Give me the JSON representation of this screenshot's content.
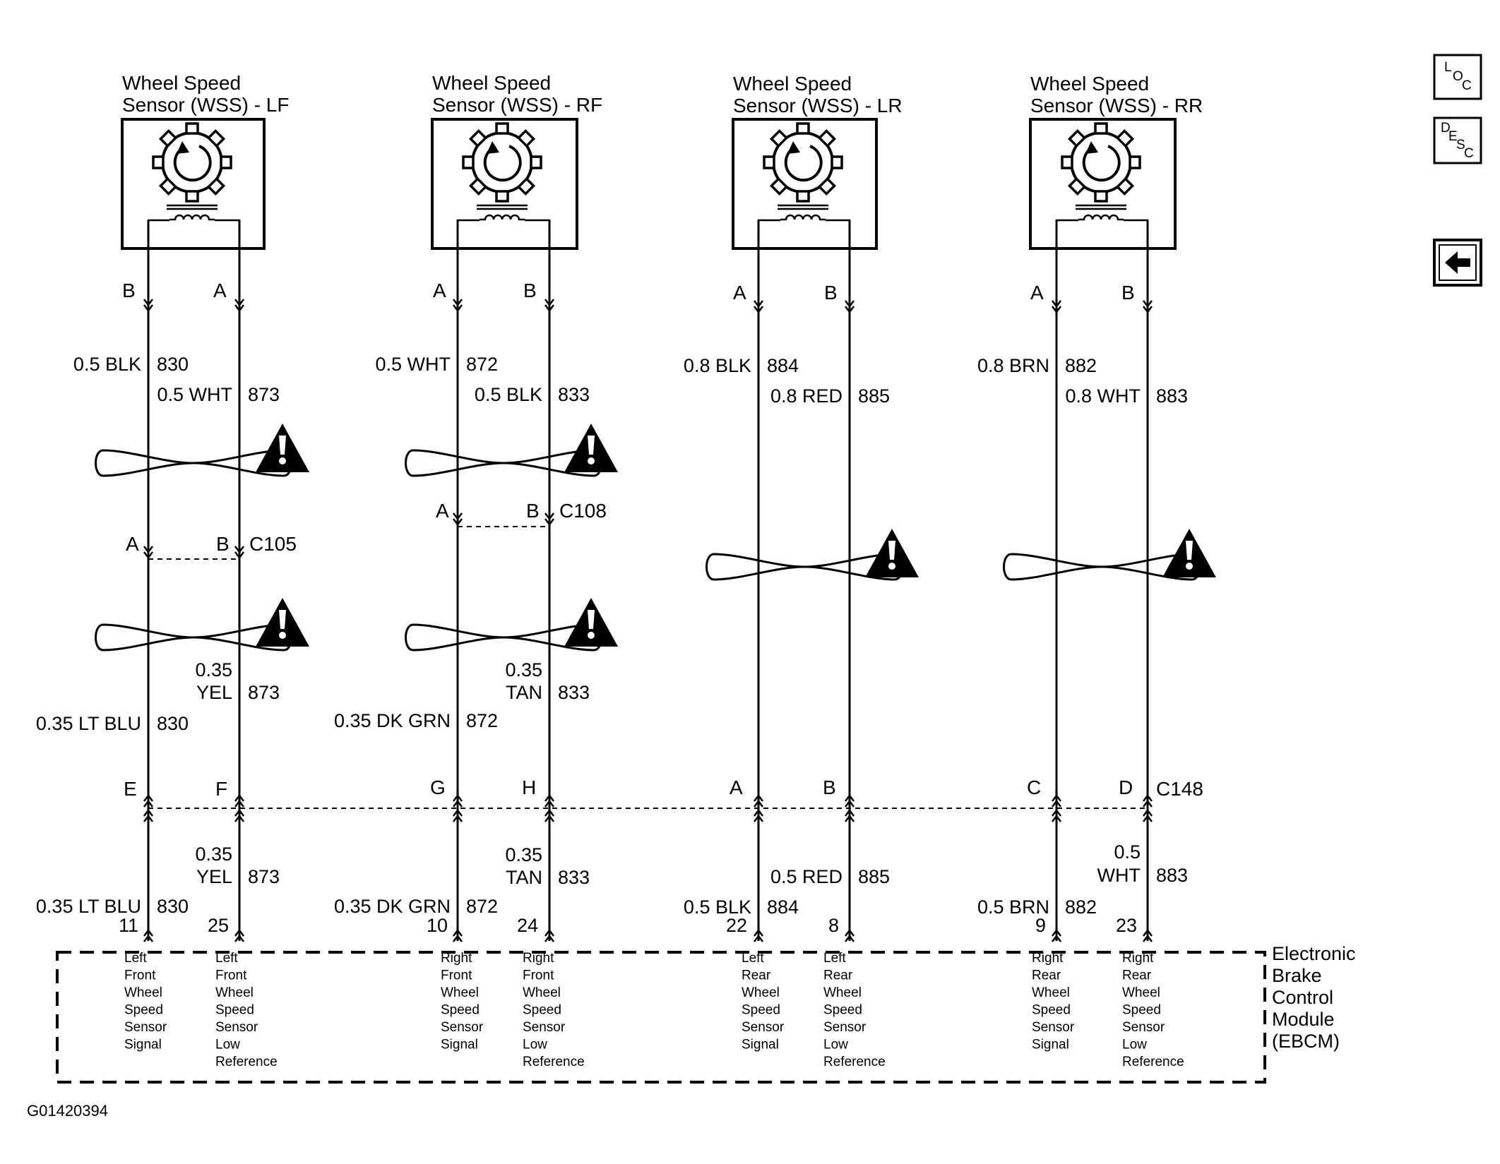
{
  "sensors": {
    "lf": {
      "line1": "Wheel Speed",
      "line2": "Sensor (WSS) - LF"
    },
    "rf": {
      "line1": "Wheel Speed",
      "line2": "Sensor (WSS) - RF"
    },
    "lr": {
      "line1": "Wheel Speed",
      "line2": "Sensor (WSS) - LR"
    },
    "rr": {
      "line1": "Wheel Speed",
      "line2": "Sensor (WSS) - RR"
    }
  },
  "sensor_pins": {
    "lf": [
      "B",
      "A"
    ],
    "rf": [
      "A",
      "B"
    ],
    "lr": [
      "A",
      "B"
    ],
    "rr": [
      "A",
      "B"
    ]
  },
  "upper_wires": {
    "lf": [
      {
        "color": "0.5 BLK",
        "circuit": "830"
      },
      {
        "color": "0.5 WHT",
        "circuit": "873"
      }
    ],
    "rf": [
      {
        "color": "0.5 WHT",
        "circuit": "872"
      },
      {
        "color": "0.5 BLK",
        "circuit": "833"
      }
    ],
    "lr": [
      {
        "color": "0.8 BLK",
        "circuit": "884"
      },
      {
        "color": "0.8 RED",
        "circuit": "885"
      }
    ],
    "rr": [
      {
        "color": "0.8 BRN",
        "circuit": "882"
      },
      {
        "color": "0.8 WHT",
        "circuit": "883"
      }
    ]
  },
  "inline_connectors": {
    "c105": {
      "name": "C105",
      "pins": [
        "A",
        "B"
      ]
    },
    "c108": {
      "name": "C108",
      "pins": [
        "A",
        "B"
      ]
    }
  },
  "mid_wires": {
    "lf": [
      {
        "color": "0.35 LT BLU",
        "circuit": "830"
      },
      {
        "color_l1": "0.35",
        "color_l2": "YEL",
        "circuit": "873"
      }
    ],
    "rf": [
      {
        "color": "0.35 DK GRN",
        "circuit": "872"
      },
      {
        "color_l1": "0.35",
        "color_l2": "TAN",
        "circuit": "833"
      }
    ]
  },
  "c148": {
    "name": "C148",
    "pins": [
      "E",
      "F",
      "G",
      "H",
      "A",
      "B",
      "C",
      "D"
    ]
  },
  "lower_wires": {
    "lf": [
      {
        "color": "0.35 LT BLU",
        "circuit": "830"
      },
      {
        "color_l1": "0.35",
        "color_l2": "YEL",
        "circuit": "873"
      }
    ],
    "rf": [
      {
        "color": "0.35 DK GRN",
        "circuit": "872"
      },
      {
        "color_l1": "0.35",
        "color_l2": "TAN",
        "circuit": "833"
      }
    ],
    "lr": [
      {
        "color": "0.5 BLK",
        "circuit": "884"
      },
      {
        "color": "0.5 RED",
        "circuit": "885"
      }
    ],
    "rr": [
      {
        "color": "0.5 BRN",
        "circuit": "882"
      },
      {
        "color_l1": "0.5",
        "color_l2": "WHT",
        "circuit": "883"
      }
    ]
  },
  "ebcm_pins": [
    "11",
    "25",
    "10",
    "24",
    "22",
    "8",
    "9",
    "23"
  ],
  "ebcm_functions": [
    [
      "Left",
      "Front",
      "Wheel",
      "Speed",
      "Sensor",
      "Signal"
    ],
    [
      "Left",
      "Front",
      "Wheel",
      "Speed",
      "Sensor",
      "Low",
      "Reference"
    ],
    [
      "Right",
      "Front",
      "Wheel",
      "Speed",
      "Sensor",
      "Signal"
    ],
    [
      "Right",
      "Front",
      "Wheel",
      "Speed",
      "Sensor",
      "Low",
      "Reference"
    ],
    [
      "Left",
      "Rear",
      "Wheel",
      "Speed",
      "Sensor",
      "Signal"
    ],
    [
      "Left",
      "Rear",
      "Wheel",
      "Speed",
      "Sensor",
      "Low",
      "Reference"
    ],
    [
      "Right",
      "Rear",
      "Wheel",
      "Speed",
      "Sensor",
      "Signal"
    ],
    [
      "Right",
      "Rear",
      "Wheel",
      "Speed",
      "Sensor",
      "Low",
      "Reference"
    ]
  ],
  "ebcm_name": [
    "Electronic",
    "Brake",
    "Control",
    "Module",
    "(EBCM)"
  ],
  "nav_buttons": {
    "loc": [
      "L",
      "O",
      "C"
    ],
    "desc": [
      "D",
      "E",
      "S",
      "C"
    ]
  },
  "figure_id": "G01420394",
  "icons": [
    "sensor-tone-wheel-icon",
    "twisted-pair-icon",
    "warning-triangle-icon",
    "back-arrow-icon"
  ]
}
